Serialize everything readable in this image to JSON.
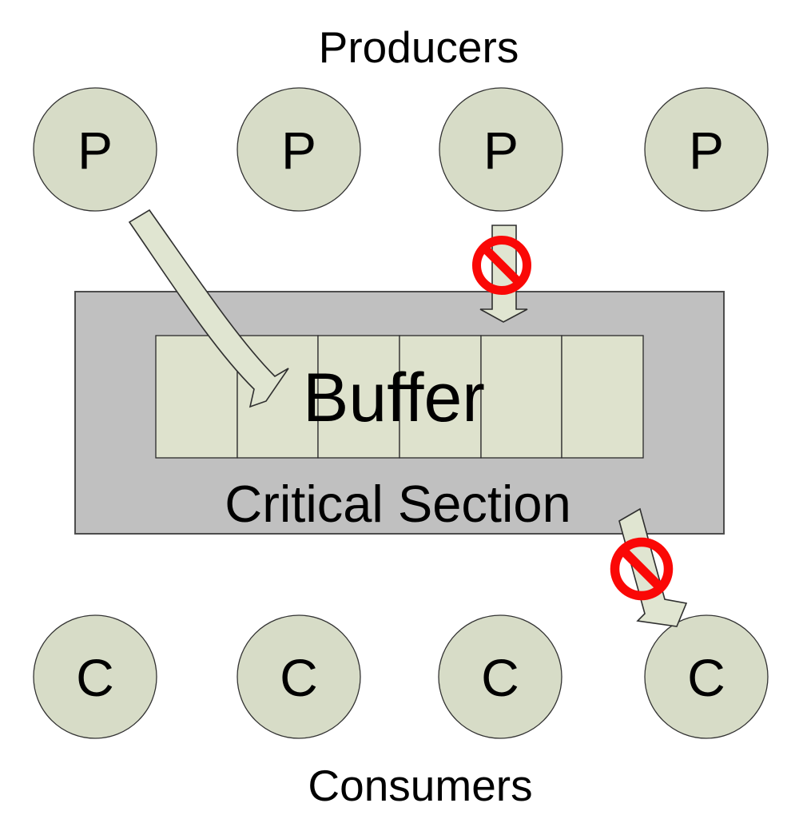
{
  "diagram": {
    "producers_title": "Producers",
    "consumers_title": "Consumers",
    "producer_label": "P",
    "consumer_label": "C",
    "buffer_label": "Buffer",
    "critical_section_label": "Critical Section",
    "producer_count": 4,
    "consumer_count": 4,
    "buffer_cell_count": 6,
    "blocked_flows": 2,
    "allowed_flows": 1
  },
  "colors": {
    "background": "#ffffff",
    "node_fill": "#d7dcc7",
    "node_stroke": "#333333",
    "critical_section_fill": "#c0c0c0",
    "critical_section_stroke": "#4d4d4d",
    "buffer_cell_fill": "#dee2cd",
    "arrow_fill": "#e0e5d1",
    "prohibition_red": "#fa0806",
    "text": "#000000"
  }
}
